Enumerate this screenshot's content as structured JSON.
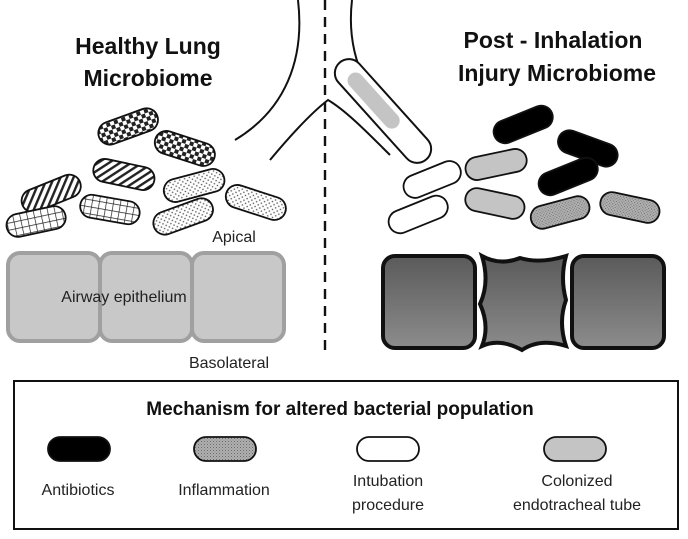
{
  "left_panel": {
    "title_line1": "Healthy Lung",
    "title_line2": "Microbiome",
    "apical_label": "Apical",
    "epithelium_label": "Airway epithelium",
    "basolateral_label": "Basolateral"
  },
  "right_panel": {
    "title_line1": "Post - Inhalation",
    "title_line2": "Injury Microbiome"
  },
  "legend": {
    "title": "Mechanism for altered bacterial population",
    "items": [
      {
        "line1": "Antibiotics",
        "line2": "",
        "fill": "#000000"
      },
      {
        "line1": "Inflammation",
        "line2": "",
        "fill": "#a9a9a9"
      },
      {
        "line1": "Intubation",
        "line2": "procedure",
        "fill": "#ffffff"
      },
      {
        "line1": "Colonized",
        "line2": "endotracheal tube",
        "fill": "#c4c4c4"
      }
    ]
  },
  "colors": {
    "healthy_epithelium": "#c8c8c8",
    "healthy_border": "#a0a0a0",
    "injured_epithelium": "#6e6e6e",
    "antibiotics": "#000000",
    "colonized": "#c4c4c4"
  }
}
